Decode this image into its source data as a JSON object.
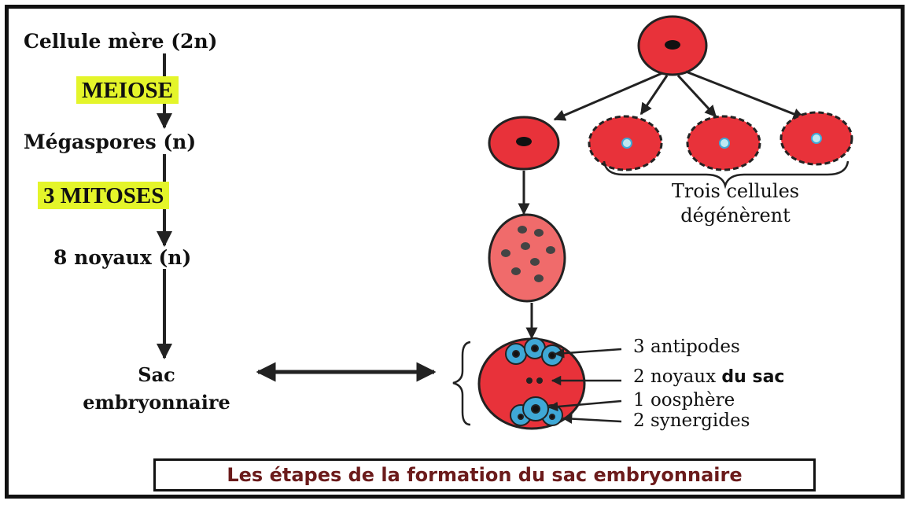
{
  "left_flow": {
    "mother_cell": "Cellule mère (2n)",
    "meiosis": "MEIOSE",
    "megaspores": "Mégaspores (n)",
    "mitoses": "3 MITOSES",
    "nuclei": "8 noyaux (n)",
    "sac_line1": "Sac",
    "sac_line2": "embryonnaire"
  },
  "right_diagram": {
    "degenerate_line1": "Trois cellules",
    "degenerate_line2": "dégénèrent",
    "labels": {
      "antipodes": "3 antipodes",
      "polar_nuclei_a": "2 noyaux",
      "polar_nuclei_b": "du sac",
      "oosphere": "1 oosphère",
      "synergids": "2 synergides"
    }
  },
  "caption": "Les étapes de la formation du sac embryonnaire",
  "colors": {
    "cell_red": "#e8323a",
    "highlight": "#e4f52a",
    "nucleus_blue": "#3fa8d6",
    "caption_text": "#6b1b1b"
  }
}
